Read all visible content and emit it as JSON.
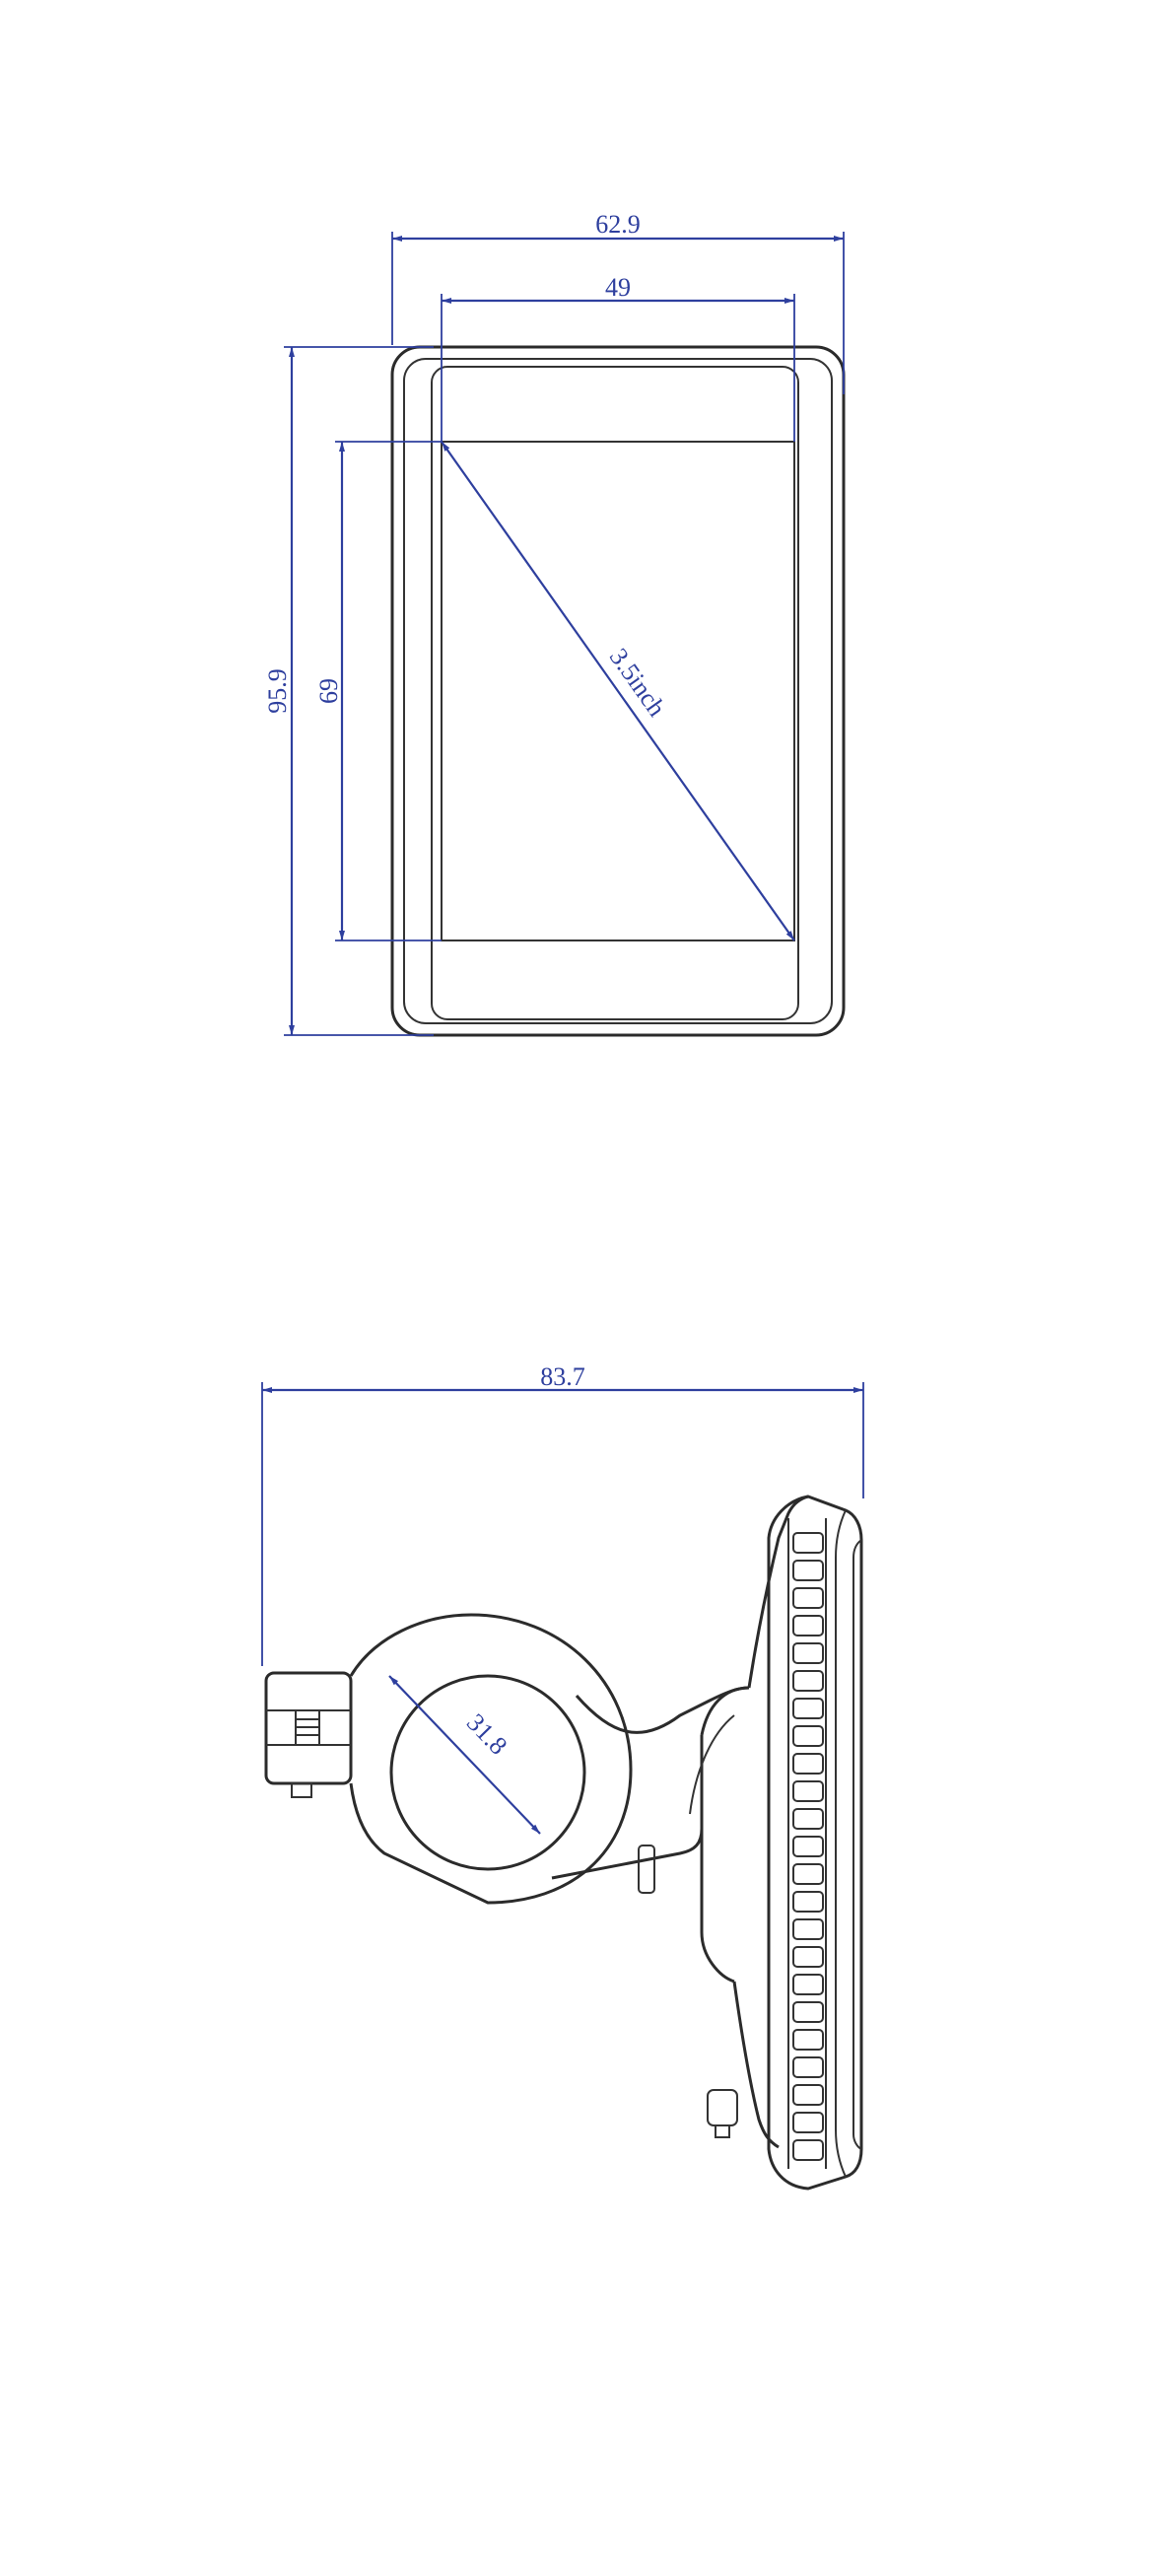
{
  "front_view": {
    "overall_width": "62.9",
    "screen_width": "49",
    "overall_height": "95.9",
    "screen_height": "69",
    "diagonal": "3.5inch"
  },
  "side_view": {
    "overall_depth": "83.7",
    "clamp_diameter": "31.8"
  },
  "colors": {
    "dimension": "#2e3f9e",
    "outline": "#2b2b2b"
  }
}
